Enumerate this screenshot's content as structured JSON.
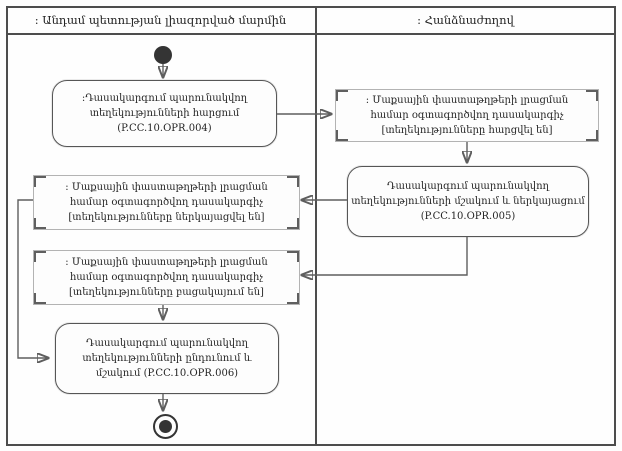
{
  "lanes": {
    "left": {
      "title": ": Անդամ պետության լիազորված մարմին"
    },
    "right": {
      "title": ": Հանձնաժողով"
    }
  },
  "nodes": {
    "opr004": ":Դասակարգում պարունակվող\nտեղեկությունների հարցում\n(P.CC.10.OPR.004)",
    "object_requested": ": Մաքսային փաստաթղթերի լրացման\nհամար օգտագործվող դասակարգիչ\n[տեղեկությունները հարցվել են]",
    "opr005": "Դասակարգում պարունակվող\nտեղեկությունների մշակում և ներկայացում\n(P.CC.10.OPR.005)",
    "object_presented": ": Մաքսային փաստաթղթերի լրացման\nհամար օգտագործվող դասակարգիչ\n[տեղեկությունները ներկայացվել են]",
    "object_absent": ": Մաքսային փաստաթղթերի լրացման\nհամար օգտագործվող դասակարգիչ\n[տեղեկությունները բացակայում են]",
    "opr006": "Դասակարգում պարունակվող\nտեղեկությունների ընդունում և\nմշակում (P.CC.10.OPR.006)"
  },
  "colors": {
    "ink": "#4d4d4d",
    "edge": "#5e5e5e",
    "object_border": "#b3b3b3",
    "background": "#fefefe"
  }
}
